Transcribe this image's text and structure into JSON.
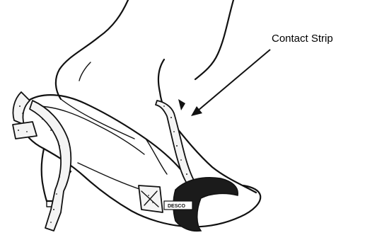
{
  "labels": {
    "contact_strip": "Contact Strip",
    "tag_text": "DESCO"
  },
  "colors": {
    "ink": "#111111",
    "background": "#ffffff",
    "strap": "#1b1b1b"
  },
  "icons": {
    "figure": "shoe-with-heel-grounder-illustration",
    "pointer": "arrow"
  }
}
